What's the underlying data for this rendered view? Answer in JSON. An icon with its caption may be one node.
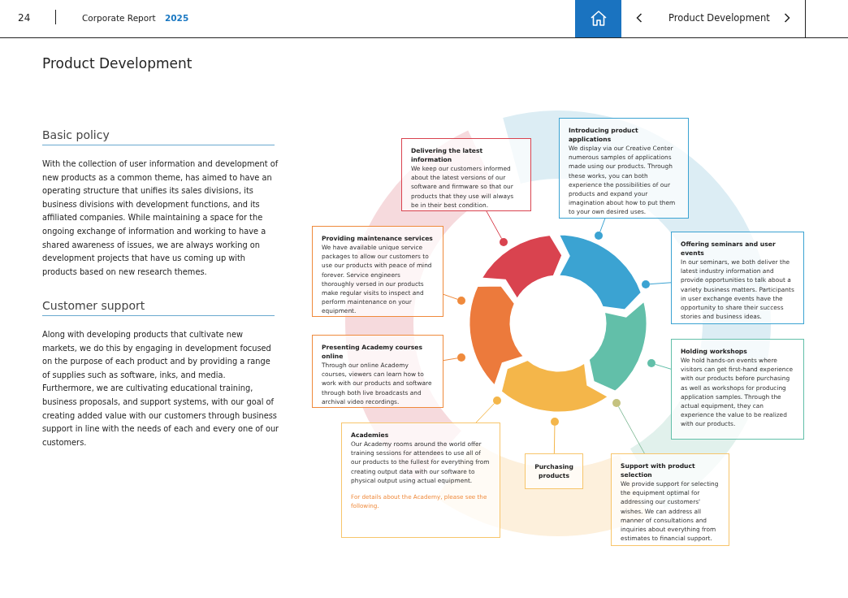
{
  "diagram": {
    "title": "Product Development",
    "nodes": [
      {
        "text": [
          "Delivering the latest information",
          "We keep our customers informed about the latest versions of our software and firmware so that our products that they use will always be in their best condition."
        ]
      },
      {
        "text": [
          "Introducing product applications",
          "We display via our Creative Center numerous samples of applications made using our products. Through these works, you can both experience the possibilities of our products and expand your imagination about how to put them to your own desired uses."
        ]
      },
      {
        "text": [
          "Providing maintenance services",
          "We have available unique service packages to allow our customers to use our products with peace of mind forever. Service engineers thoroughly versed in our products make regular visits to inspect and perform maintenance on your equipment."
        ]
      },
      {
        "text": [
          "Offering seminars and user events",
          "In our seminars, we both deliver the latest industry information and provide opportunities to talk about a variety business matters. Participants in user exchange events have the opportunity to share their success stories and business ideas."
        ]
      },
      {
        "text": [
          "Presenting Academy courses online",
          "Through our online Academy courses, viewers can learn how to work with our products and software through both live broadcasts and archival video recordings."
        ]
      },
      {
        "text": [
          "Holding workshops",
          "We hold hands-on events where visitors can get first-hand experience with our products before purchasing as well as workshops for producing application samples. Through the actual equipment, they can experience the value to be realized with our products."
        ]
      },
      {
        "text": [
          "Academies",
          "Our Academy rooms around the world offer training sessions for attendees to use all of our products to the fullest for everything from creating output data with our software to physical output using actual equipment.",
          "For details about the Academy, please see the following."
        ]
      },
      {
        "text": [
          "Purchasing products"
        ]
      },
      {
        "text": [
          "Support with product selection",
          "We provide support for selecting the equipment optimal for addressing our customers' wishes. We can address all manner of consultations and inquiries about everything from estimates to financial support."
        ]
      },
      {
        "text": [],
        "shape": "circle"
      },
      {
        "text": [],
        "shape": "circle"
      },
      {
        "text": [],
        "shape": "circle"
      },
      {
        "text": [],
        "shape": "circle"
      },
      {
        "text": [],
        "shape": "circle"
      },
      {
        "text": [],
        "shape": "circle"
      },
      {
        "text": [],
        "shape": "circle"
      },
      {
        "text": [],
        "shape": "circle"
      },
      {
        "text": [],
        "shape": "circle"
      }
    ],
    "edges": [
      {
        "from": 0,
        "to": 12,
        "arrow": "none",
        "color": "#d9434f"
      },
      {
        "from": 1,
        "to": 14,
        "arrow": "none",
        "color": "#3ba3d2"
      },
      {
        "from": 2,
        "to": 9,
        "arrow": "none",
        "color": "#ef8a3c"
      },
      {
        "from": 3,
        "to": 16,
        "arrow": "none",
        "color": "#3ba3d2"
      },
      {
        "from": 4,
        "to": 10,
        "arrow": "none",
        "color": "#ef8a3c"
      },
      {
        "from": 5,
        "to": 17,
        "arrow": "none",
        "color": "#62bfa9"
      },
      {
        "from": 6,
        "to": 11,
        "arrow": "none",
        "color": "#f4b64a"
      },
      {
        "from": 7,
        "to": 13,
        "arrow": "none",
        "color": "#f4b64a"
      },
      {
        "from": 8,
        "to": 15,
        "arrow": "none",
        "color": "#8cc0a0"
      }
    ],
    "labels": [
      "24",
      "Corporate Report",
      "2025",
      "Product Development",
      "Basic policy",
      "With the collection of user information and development of new products as a common theme, has aimed to have an operating structure that unifies its sales divisions, its business divisions with development functions, and its affiliated companies. While maintaining a space for the ongoing exchange of information and working to have a shared awareness of issues, we are always working on development projects that have us coming up with products based on new research themes.",
      "Customer support",
      "Along with developing products that cultivate new markets, we do this by engaging in development focused on the purpose of each product and by providing a range of supplies such as software, inks, and media. Furthermore, we are cultivating educational training, business proposals, and support systems, with our goal of creating added value with our customers through business support in line with the needs of each and every one of our customers."
    ]
  }
}
